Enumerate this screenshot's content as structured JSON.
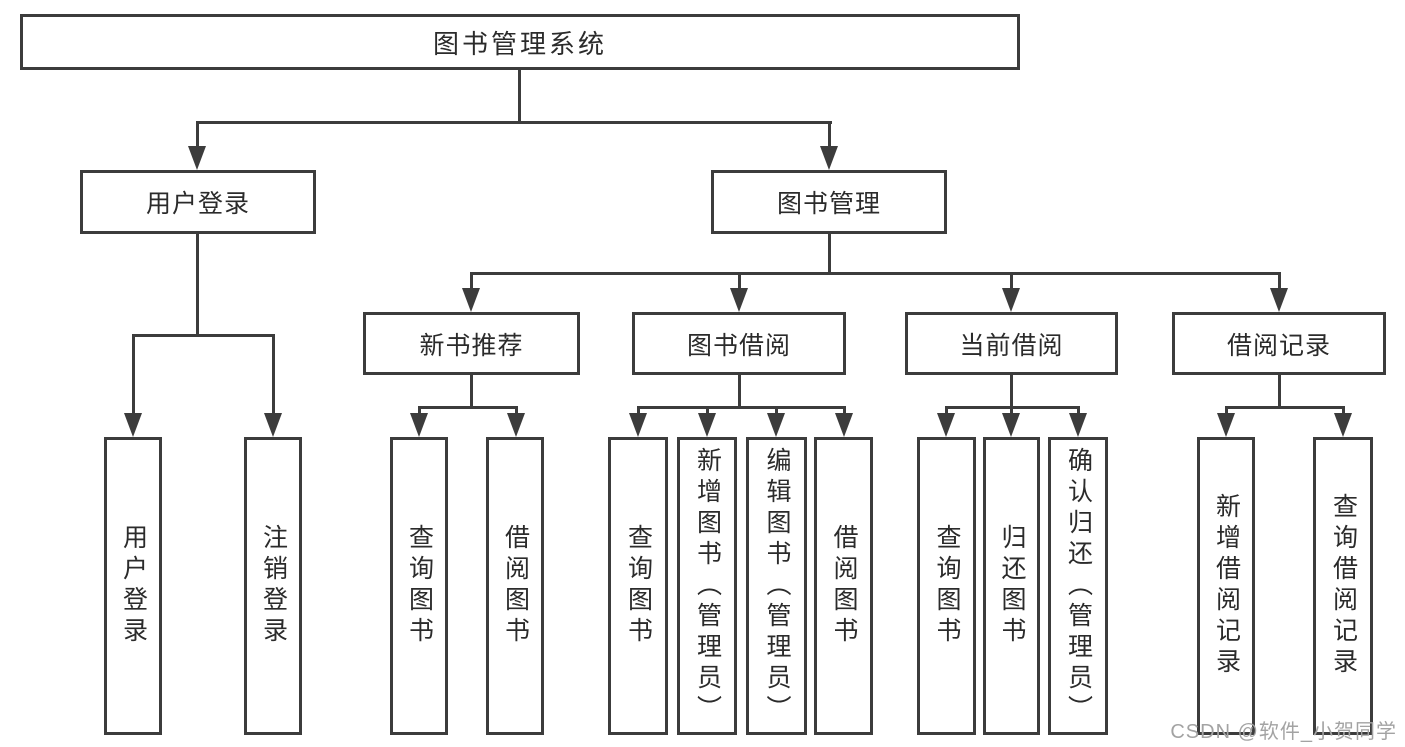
{
  "diagram": {
    "root": {
      "label": "图书管理系统",
      "children": [
        {
          "label": "用户登录",
          "children": [
            {
              "label": "用户登录"
            },
            {
              "label": "注销登录"
            }
          ]
        },
        {
          "label": "图书管理",
          "children": [
            {
              "label": "新书推荐",
              "children": [
                {
                  "label": "查询图书"
                },
                {
                  "label": "借阅图书"
                }
              ]
            },
            {
              "label": "图书借阅",
              "children": [
                {
                  "label": "查询图书"
                },
                {
                  "label": "新增图书（管理员）"
                },
                {
                  "label": "编辑图书（管理员）"
                },
                {
                  "label": "借阅图书"
                }
              ]
            },
            {
              "label": "当前借阅",
              "children": [
                {
                  "label": "查询图书"
                },
                {
                  "label": "归还图书"
                },
                {
                  "label": "确认归还（管理员）"
                }
              ]
            },
            {
              "label": "借阅记录",
              "children": [
                {
                  "label": "新增借阅记录"
                },
                {
                  "label": "查询借阅记录"
                }
              ]
            }
          ]
        }
      ]
    }
  },
  "watermark": "CSDN @软件_小贺同学",
  "colors": {
    "line": "#3c3c3c",
    "text": "#2b2b2b",
    "watermark": "#a3a3a3",
    "background": "#ffffff"
  }
}
